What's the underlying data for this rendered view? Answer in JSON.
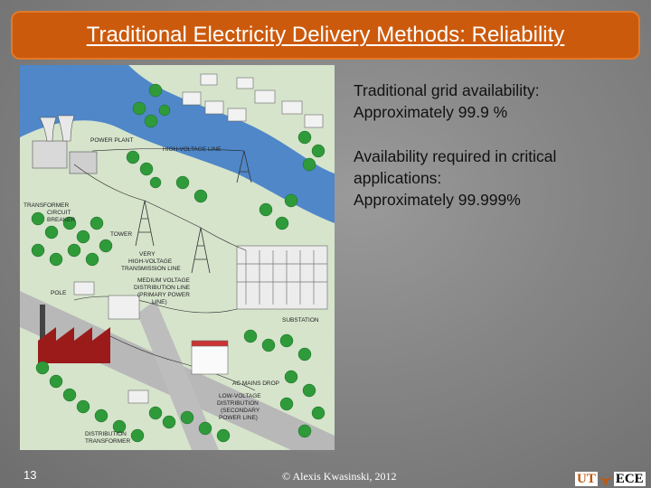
{
  "slide": {
    "title": "Traditional Electricity Delivery Methods: Reliability",
    "page_number": "13",
    "footer": "© Alexis Kwasinski, 2012"
  },
  "bullets": [
    {
      "lines": [
        "Traditional grid availability:",
        "Approximately 99.9 %"
      ]
    },
    {
      "lines": [
        "Availability required in critical",
        "applications:",
        "Approximately 99.999%"
      ]
    }
  ],
  "illustration": {
    "labels": {
      "power_plant": "POWER PLANT",
      "hv_line": "HIGH-VOLTAGE LINE",
      "transformer": "TRANSFORMER",
      "circuit": "CIRCUIT",
      "breaker": "BREAKER",
      "tower": "TOWER",
      "very": "VERY",
      "high_voltage": "HIGH-VOLTAGE",
      "transmission_line": "TRANSMISSION LINE",
      "mv1": "MEDIUM VOLTAGE",
      "mv2": "DISTRIBUTION LINE",
      "mv3": "(PRIMARY POWER",
      "mv4": "LINE)",
      "pole": "POLE",
      "substation": "SUBSTATION",
      "ac_mains": "AC MAINS DROP",
      "lv1": "LOW-VOLTAGE",
      "lv2": "DISTRIBUTION",
      "lv3": "(SECONDARY",
      "lv4": "POWER LINE)",
      "dt1": "DISTRIBUTION",
      "dt2": "TRANSFORMER"
    }
  },
  "logo": {
    "left": "UT",
    "right": "ECE"
  },
  "colors": {
    "title_bg": "#cc5a0c",
    "river": "#4f87c8",
    "tree": "#2f9a3a",
    "logo_accent": "#c0580e"
  }
}
